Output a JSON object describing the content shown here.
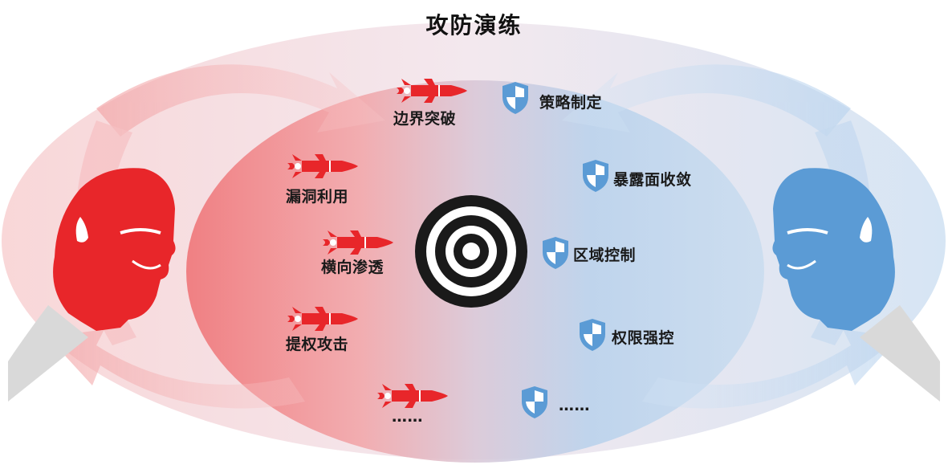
{
  "title": "攻防演练",
  "attack": {
    "items": [
      {
        "label": "边界突破"
      },
      {
        "label": "漏洞利用"
      },
      {
        "label": "横向渗透"
      },
      {
        "label": "提权攻击"
      },
      {
        "label": "……"
      }
    ]
  },
  "defense": {
    "items": [
      {
        "label": "策略制定"
      },
      {
        "label": "暴露面收敛"
      },
      {
        "label": "区域控制"
      },
      {
        "label": "权限强控"
      },
      {
        "label": "……"
      }
    ]
  },
  "colors": {
    "attack": "#e8262a",
    "defense": "#5b9bd5",
    "target": "#1a1a1a"
  },
  "icons": {
    "attacker": "bearded-man-profile-red",
    "defender": "bearded-man-profile-blue",
    "attack_item": "rocket-icon",
    "defense_item": "shield-icon",
    "center": "target-icon"
  }
}
